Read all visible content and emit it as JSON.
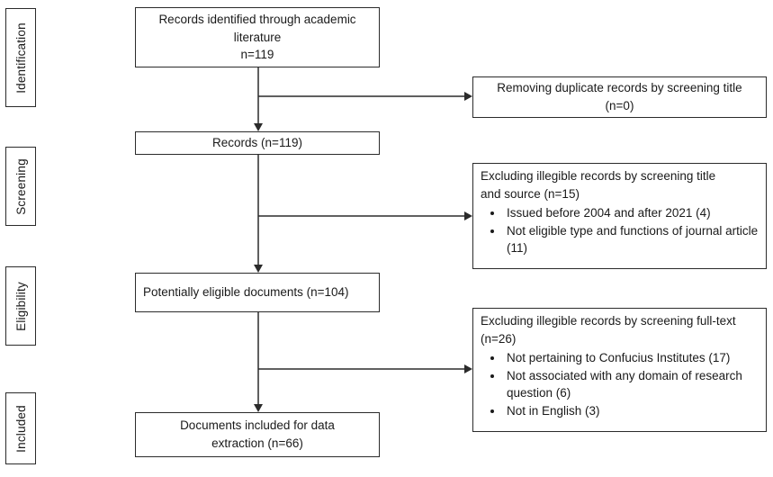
{
  "stages": [
    "Identification",
    "Screening",
    "Eligibility",
    "Included"
  ],
  "flow": {
    "identified": "Records identified through academic\nliterature\nn=119",
    "records": "Records (n=119)",
    "eligible": "Potentially eligible documents (n=104)",
    "included": "Documents included for data\nextraction (n=66)"
  },
  "exclusions": {
    "duplicates": {
      "title": "Removing duplicate records by screening title\n(n=0)"
    },
    "title_source": {
      "title": "Excluding illegible records by screening title\nand source (n=15)",
      "bullets": [
        "Issued before 2004 and after 2021 (4)",
        "Not eligible type and functions of journal article (11)"
      ]
    },
    "full_text": {
      "title": "Excluding illegible records by screening full-text\n(n=26)",
      "bullets": [
        "Not pertaining to Confucius Institutes (17)",
        "Not associated with any domain of research question (6)",
        "Not in English (3)"
      ]
    }
  }
}
